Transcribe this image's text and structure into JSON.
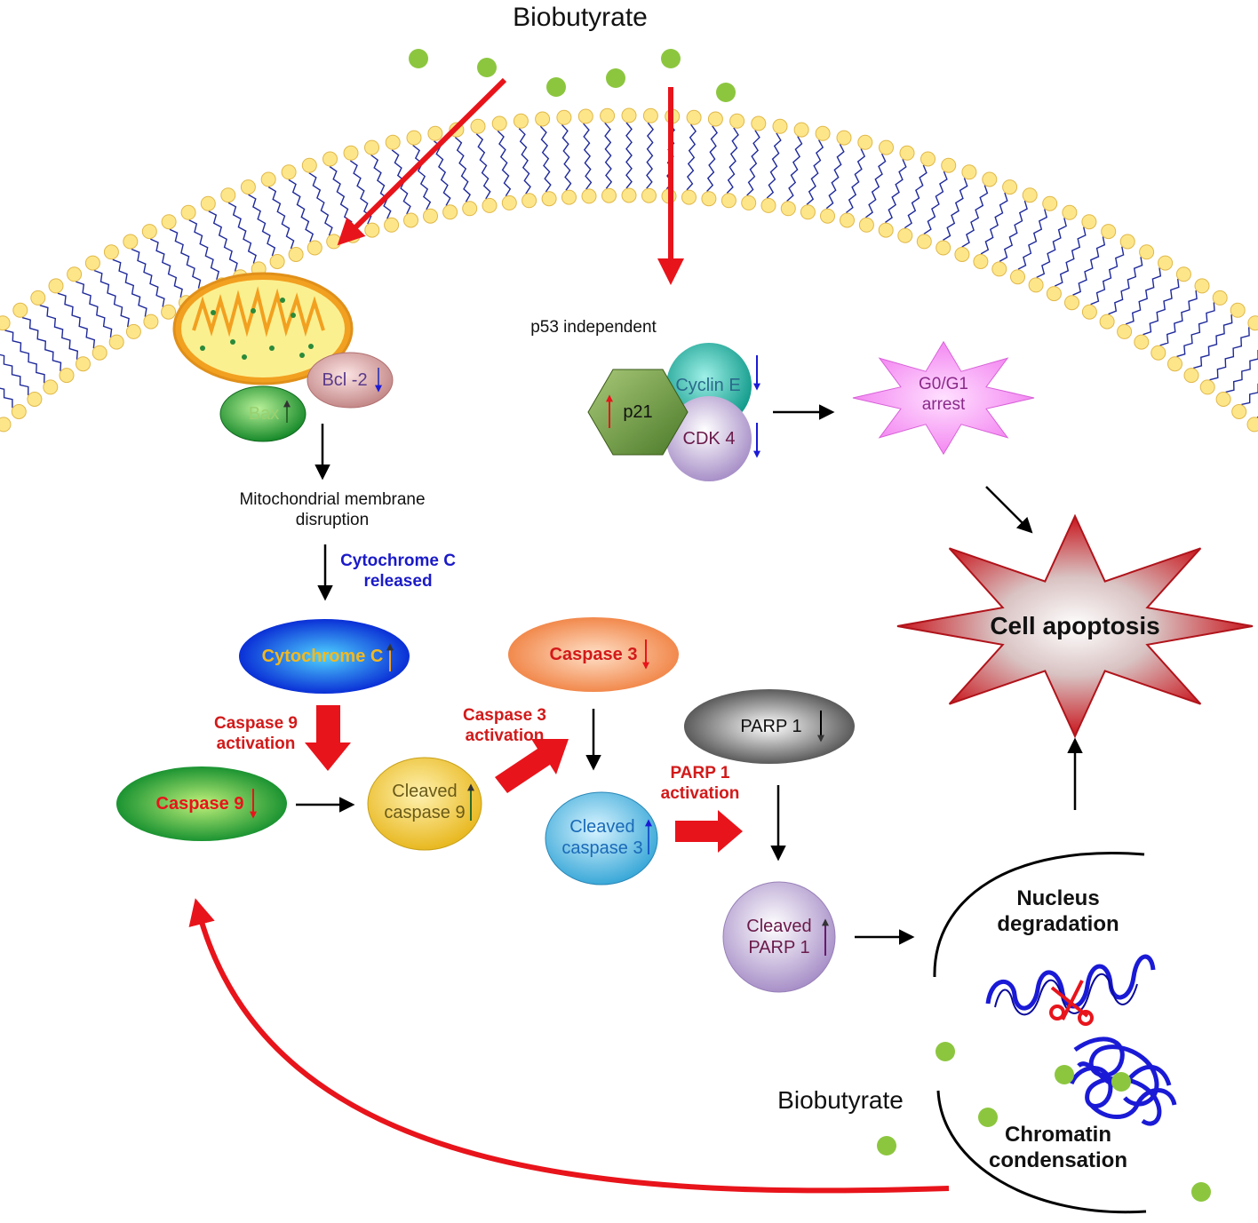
{
  "labels": {
    "biobutyrate_top": "Biobutyrate",
    "biobutyrate_bottom": "Biobutyrate",
    "p53": "p53 independent",
    "mito_disruption": "Mitochondrial membrane\ndisruption",
    "cyto_released": "Cytochrome C\nreleased",
    "casp9_activation": "Caspase 9\nactivation",
    "casp3_activation": "Caspase 3\nactivation",
    "parp_activation": "PARP 1\nactivation",
    "nucleus_degradation": "Nucleus\ndegradation",
    "chromatin_condensation": "Chromatin\ncondensation",
    "cell_apoptosis": "Cell apoptosis"
  },
  "nodes": {
    "bcl2": "Bcl -2",
    "bax": "Bax",
    "p21": "p21",
    "cyclin_e": "Cyclin E",
    "cdk4": "CDK 4",
    "g0g1": "G0/G1\narrest",
    "cytochrome_c": "Cytochrome C",
    "caspase9": "Caspase 9",
    "cleaved_caspase9": "Cleaved\ncaspase 9",
    "caspase3": "Caspase 3",
    "cleaved_caspase3": "Cleaved\ncaspase 3",
    "parp1": "PARP 1",
    "cleaved_parp1": "Cleaved\nPARP 1"
  },
  "colors": {
    "arrow_red": "#e8141b",
    "membrane_head": "#fde68a",
    "lipid_tail": "#1f2a9a",
    "molecule": "#8cc63f",
    "dna": "#1a1ad6"
  }
}
